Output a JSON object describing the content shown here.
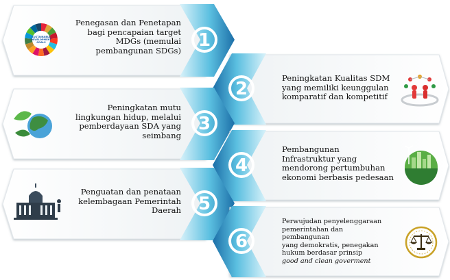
{
  "steps": [
    {
      "number": "1",
      "lines": [
        "Penegasan dan Penetapan",
        "bagi pencapaian target",
        "MDGs (memulai",
        "pembangunan SDGs)"
      ],
      "icon": "sdg-wheel-icon"
    },
    {
      "number": "2",
      "lines": [
        "Peningkatan Kualitas SDM",
        "yang memiliki keunggulan",
        "komparatif dan kompetitif"
      ],
      "icon": "people-network-icon"
    },
    {
      "number": "3",
      "lines": [
        "Peningkatan mutu",
        "lingkungan hidup, melalui",
        "pemberdayaan SDA yang",
        "seimbang"
      ],
      "icon": "green-globe-icon"
    },
    {
      "number": "4",
      "lines": [
        "Pembangunan",
        "Infrastruktur yang",
        "mendorong pertumbuhan",
        "ekonomi berbasis pedesaan"
      ],
      "icon": "eco-city-globe-icon"
    },
    {
      "number": "5",
      "lines": [
        "Penguatan dan penataan",
        "kelembagaan Pemerintah",
        "Daerah"
      ],
      "icon": "government-building-icon"
    },
    {
      "number": "6",
      "lines": [
        "Perwujudan penyelenggaraan",
        "pemerintahan dan",
        "pembangunan",
        "yang demokratis, penegakan",
        "hukum berdasar prinsip"
      ],
      "italic_line": "good and clean goverment",
      "icon": "justice-scale-icon"
    }
  ],
  "icon_text": {
    "sdg_label": "SUSTAINABLE DEVELOPMENT GOALS"
  },
  "colors": {
    "arrow_light": "#b9e7f4",
    "arrow_mid": "#5bbfe0",
    "arrow_dark": "#1c6fa8",
    "number_fill": "#ffffff",
    "sdg_blue": "#1a5ea8",
    "globe_green": "#3e8e41",
    "scale_gold": "#c9a227"
  }
}
